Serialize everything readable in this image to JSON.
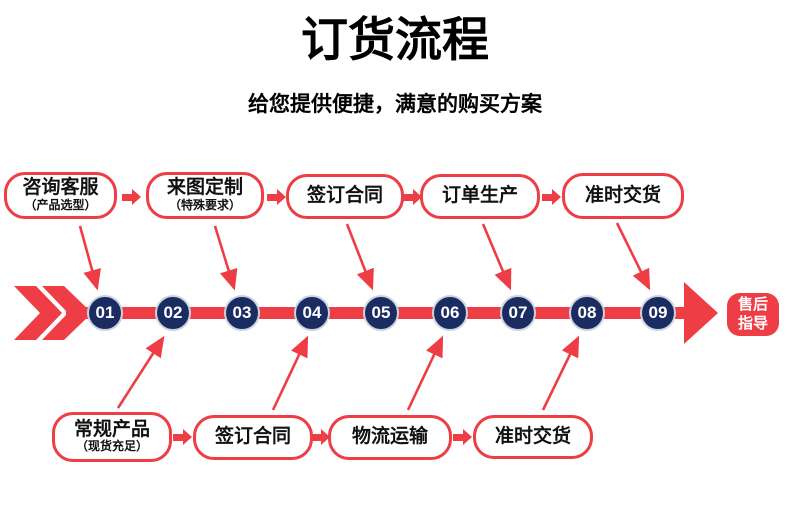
{
  "header": {
    "title": "订货流程",
    "subtitle": "给您提供便捷，满意的购买方案"
  },
  "process": {
    "top_nodes": [
      {
        "label": "咨询客服",
        "sublabel": "（产品选型）"
      },
      {
        "label": "来图定制",
        "sublabel": "（特殊要求）"
      },
      {
        "label": "签订合同"
      },
      {
        "label": "订单生产"
      },
      {
        "label": "准时交货"
      }
    ],
    "bottom_nodes": [
      {
        "label": "常规产品",
        "sublabel": "（现货充足）"
      },
      {
        "label": "签订合同"
      },
      {
        "label": "物流运输"
      },
      {
        "label": "准时交货"
      }
    ],
    "steps": [
      "01",
      "02",
      "03",
      "04",
      "05",
      "06",
      "07",
      "08",
      "09"
    ],
    "after_sales_badge": {
      "line1": "售后",
      "line2": "指导"
    }
  },
  "colors": {
    "accent_red": "#ee3d44",
    "step_navy": "#1a2c62",
    "step_ring": "#ccd3de",
    "text": "#000000"
  }
}
